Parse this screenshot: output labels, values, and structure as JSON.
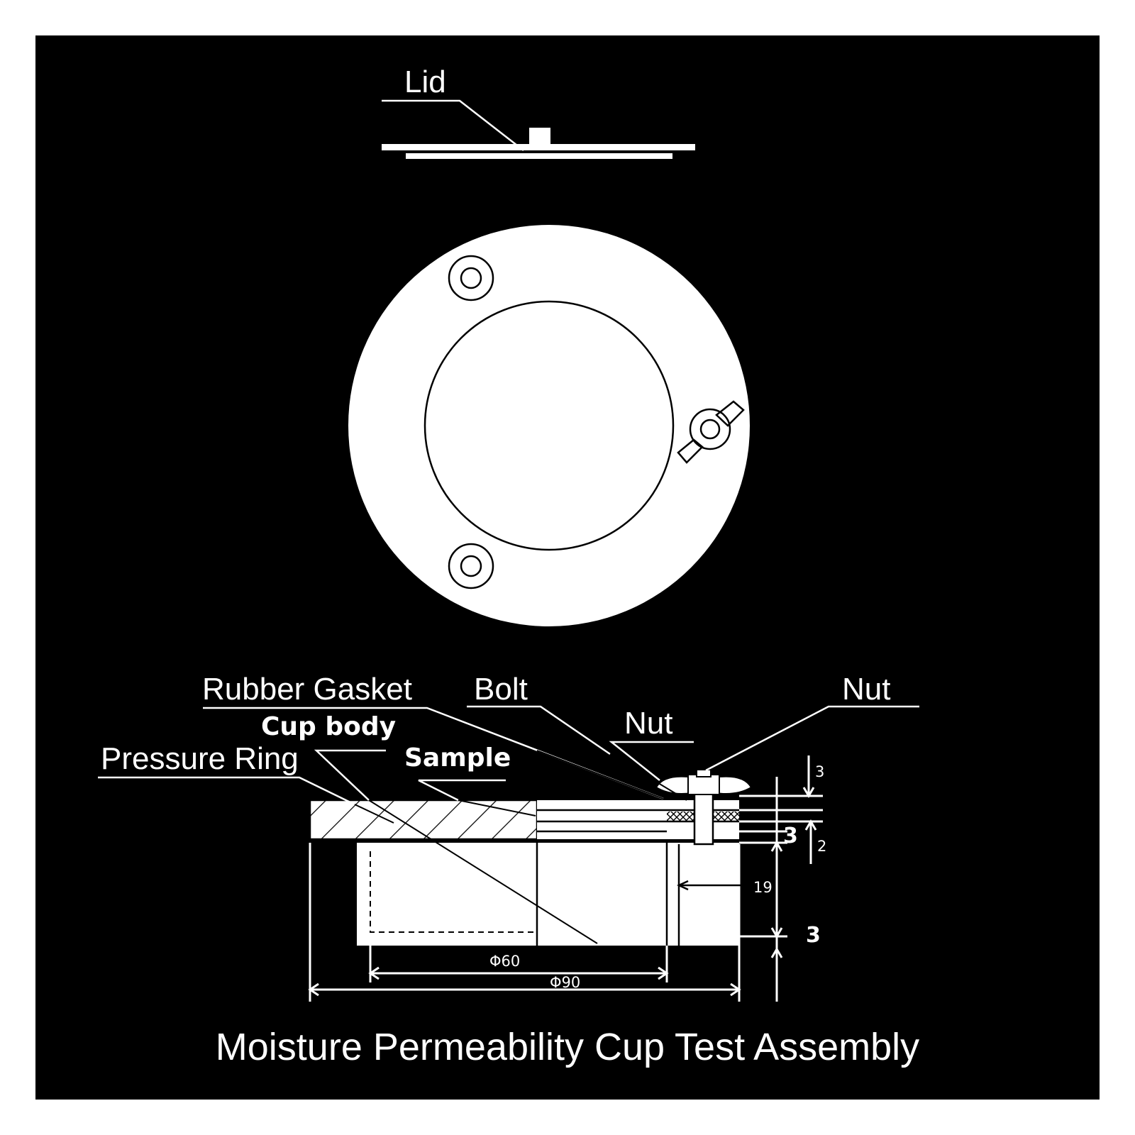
{
  "labels": {
    "lid": "Lid",
    "rubber_gasket": "Rubber Gasket",
    "bolt": "Bolt",
    "nut_top": "Nut",
    "nut_mid": "Nut",
    "cup_body": "Cup body",
    "pressure_ring": "Pressure Ring",
    "sample": "Sample"
  },
  "dimensions": {
    "d60": "Φ60",
    "d90": "Φ90",
    "t3_top": "3",
    "t3_mid": "3",
    "t2": "2",
    "h19": "19",
    "t3_bottom": "3"
  },
  "title": "Moisture Permeability Cup Test Assembly",
  "colors": {
    "background": "#000000",
    "foreground": "#ffffff"
  }
}
